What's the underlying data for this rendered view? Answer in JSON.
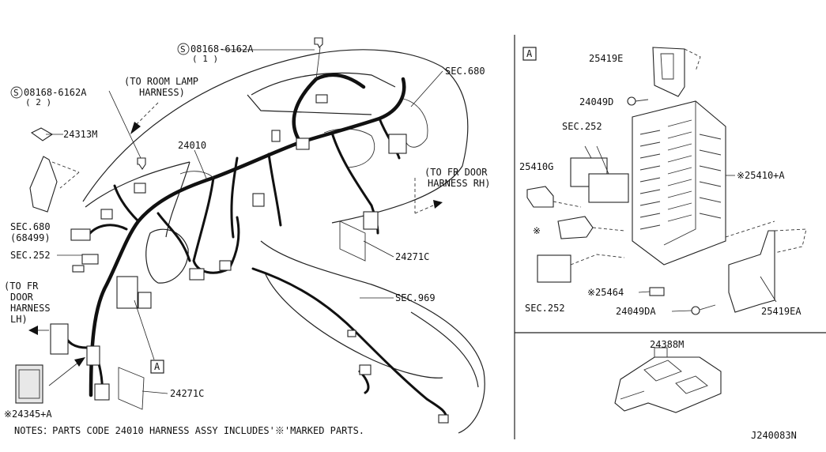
{
  "drawing_id": "J240083N",
  "notes": "NOTES：PARTS CODE 24010 HARNESS ASSY INCLUDES'※'MARKED PARTS.",
  "detail_marker": "A",
  "bolt_top": {
    "prefix": "S",
    "code": "08168-6162A",
    "qty": "( 1 )"
  },
  "bolt_left": {
    "prefix": "S",
    "code": "08168-6162A",
    "qty": "( 2 )"
  },
  "callouts": {
    "room_lamp": [
      "(TO ROOM LAMP",
      "HARNESS)"
    ],
    "fr_door_rh": [
      "(TO FR DOOR",
      "HARNESS RH)"
    ],
    "fr_door_lh": [
      "(TO FR",
      "DOOR",
      "HARNESS",
      "LH)"
    ],
    "p24313m": "24313M",
    "p24010": "24010",
    "sec680_top": "SEC.680",
    "sec680_left": "SEC.680",
    "p68499": "(68499)",
    "sec252_left": "SEC.252",
    "p24271c_right": "24271C",
    "sec969": "SEC.969",
    "p24271c_bottom": "24271C",
    "p24345a": "※24345+A"
  },
  "detail_panel": {
    "label": "A",
    "parts": {
      "p25419e": "25419E",
      "p24049d": "24049D",
      "sec252_top": "SEC.252",
      "p25410g": "25410G",
      "star_small": "※",
      "p25410a": "※25410+A",
      "sec252_bottom": "SEC.252",
      "p25464": "※25464",
      "p24049da": "24049DA",
      "p25419ea": "25419EA"
    }
  },
  "bracket_panel": {
    "part": "24388M"
  }
}
